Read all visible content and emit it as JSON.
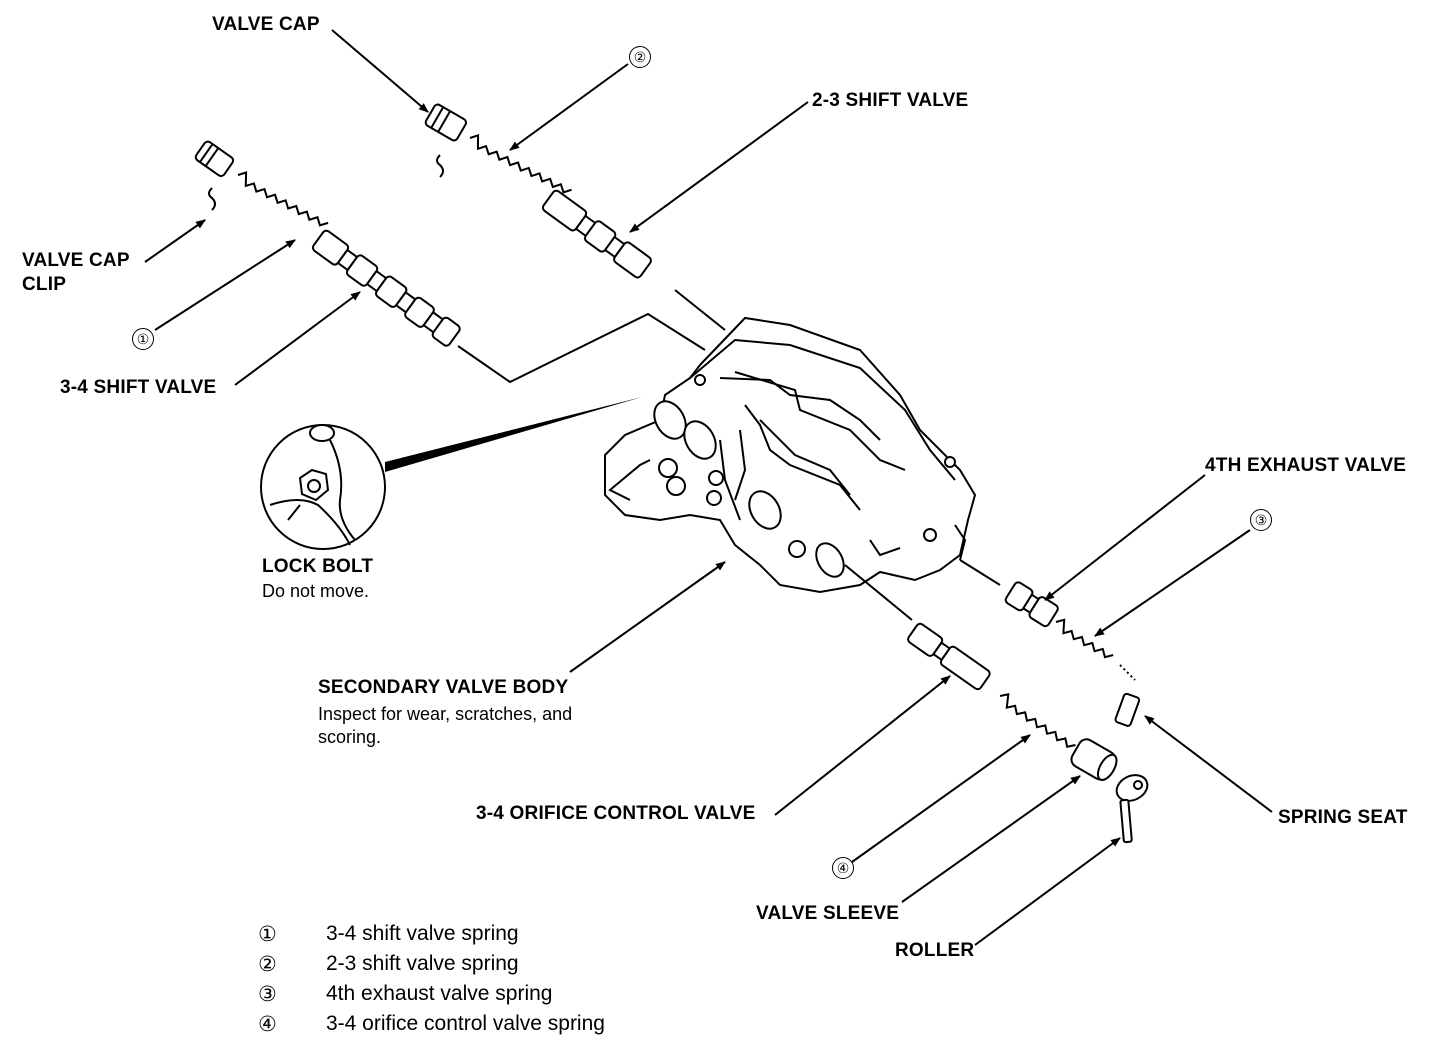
{
  "labels": {
    "valve_cap": "VALVE CAP",
    "valve_cap_clip_l1": "VALVE CAP",
    "valve_cap_clip_l2": "CLIP",
    "shift_valve_23": "2-3 SHIFT VALVE",
    "shift_valve_34": "3-4 SHIFT VALVE",
    "lock_bolt": "LOCK BOLT",
    "lock_bolt_note": "Do not move.",
    "secondary_valve_body": "SECONDARY VALVE BODY",
    "secondary_note_l1": "Inspect for wear, scratches, and",
    "secondary_note_l2": "scoring.",
    "exhaust_valve_4th": "4TH EXHAUST VALVE",
    "orifice_control_valve": "3-4 ORIFICE CONTROL VALVE",
    "spring_seat": "SPRING SEAT",
    "valve_sleeve": "VALVE SLEEVE",
    "roller": "ROLLER"
  },
  "callouts": {
    "c1": "①",
    "c2": "②",
    "c3": "③",
    "c4": "④"
  },
  "legend": [
    {
      "num": "①",
      "text": "3-4 shift valve spring"
    },
    {
      "num": "②",
      "text": "2-3 shift valve spring"
    },
    {
      "num": "③",
      "text": "4th exhaust valve spring"
    },
    {
      "num": "④",
      "text": "3-4 orifice control valve spring"
    }
  ]
}
